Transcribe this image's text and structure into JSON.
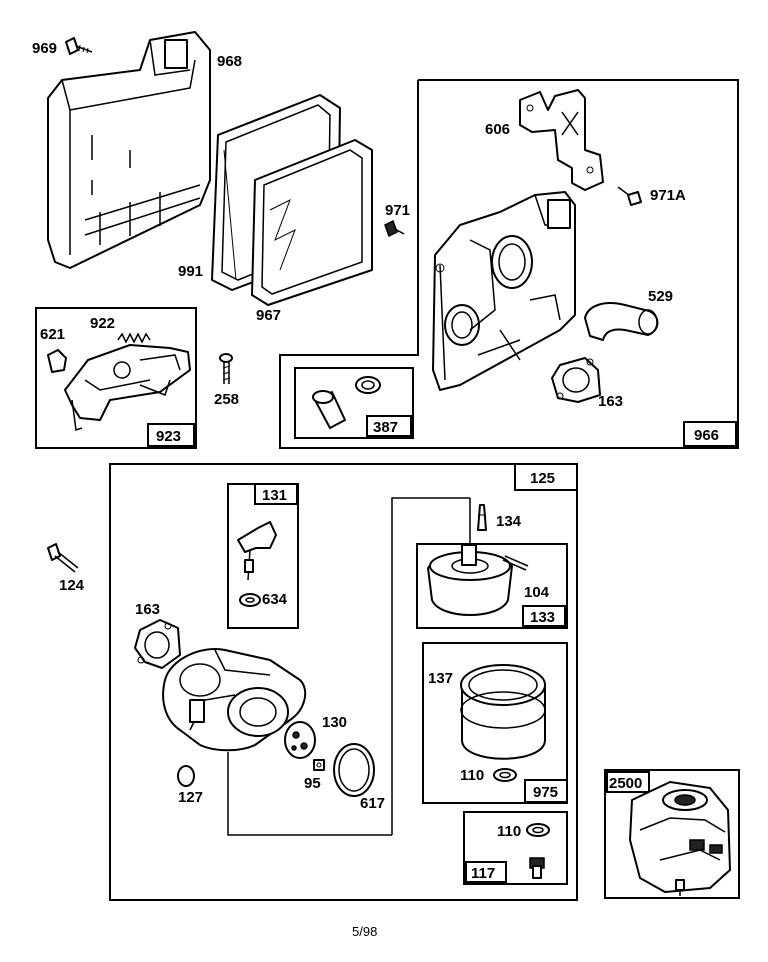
{
  "labels": {
    "l969": "969",
    "l968": "968",
    "l991": "991",
    "l967": "967",
    "l971": "971",
    "l606": "606",
    "l971a": "971A",
    "l529": "529",
    "l163a": "163",
    "l966": "966",
    "l621": "621",
    "l922": "922",
    "l923": "923",
    "l258": "258",
    "l387": "387",
    "l125": "125",
    "l131": "131",
    "l634": "634",
    "l134": "134",
    "l104": "104",
    "l133": "133",
    "l124": "124",
    "l163b": "163",
    "l130": "130",
    "l95": "95",
    "l617": "617",
    "l127": "127",
    "l137": "137",
    "l110a": "110",
    "l975": "975",
    "l110b": "110",
    "l117": "117",
    "l2500": "2500"
  },
  "footer": {
    "page": "5/98"
  },
  "colors": {
    "ink": "#000000",
    "paper": "#ffffff"
  }
}
